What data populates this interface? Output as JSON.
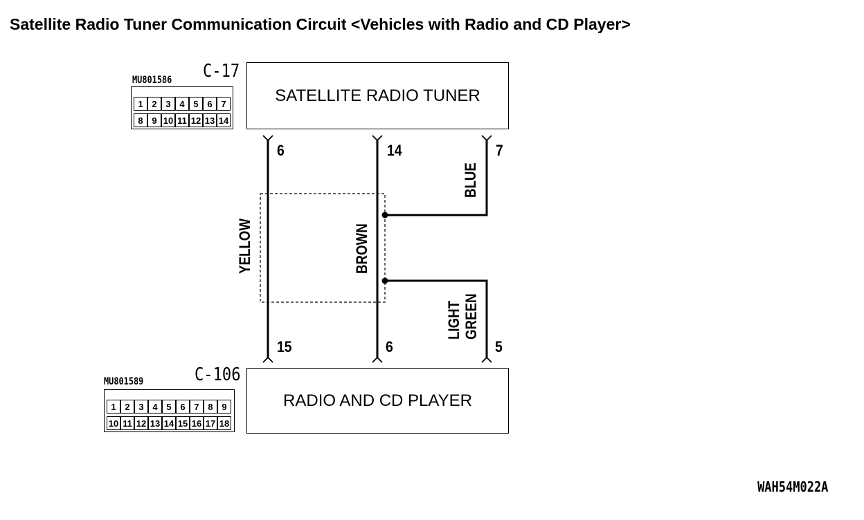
{
  "title": "Satellite Radio Tuner Communication Circuit <Vehicles with Radio and CD Player>",
  "components": {
    "tuner": {
      "label": "SATELLITE RADIO TUNER",
      "connector": "C-17",
      "part_number": "MU801586"
    },
    "radio": {
      "label": "RADIO AND CD PLAYER",
      "connector": "C-106",
      "part_number": "MU801589"
    }
  },
  "connector_c17": {
    "row1": [
      "1",
      "2",
      "3",
      "4",
      "5",
      "6",
      "7"
    ],
    "row2": [
      "8",
      "9",
      "10",
      "11",
      "12",
      "13",
      "14"
    ]
  },
  "connector_c106": {
    "row1": [
      "1",
      "2",
      "3",
      "4",
      "5",
      "6",
      "7",
      "8",
      "9"
    ],
    "row2": [
      "10",
      "11",
      "12",
      "13",
      "14",
      "15",
      "16",
      "17",
      "18"
    ]
  },
  "wires": [
    {
      "name": "YELLOW",
      "tuner_pin": "6",
      "radio_pin": "15"
    },
    {
      "name": "BROWN",
      "tuner_pin": "14",
      "radio_pin": "6"
    },
    {
      "name": "BLUE",
      "tuner_pin": "7"
    },
    {
      "name_line1": "LIGHT",
      "name_line2": "GREEN",
      "radio_pin": "5"
    }
  ],
  "footer_code": "WAH54M022A"
}
